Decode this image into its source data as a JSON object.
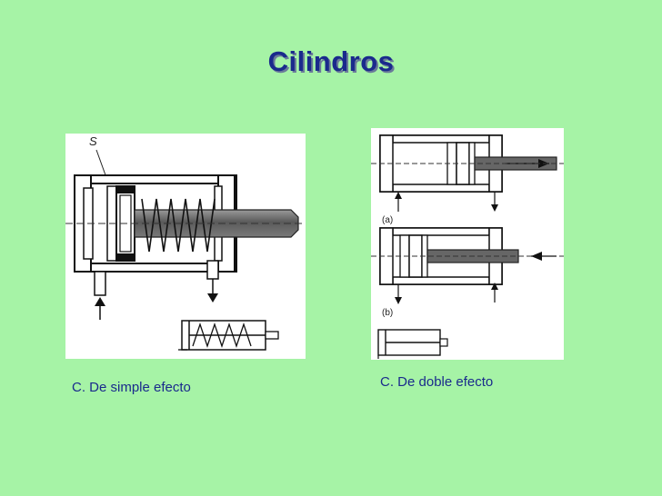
{
  "slide": {
    "title": "Cilindros",
    "colors": {
      "background": "#a6f3a6",
      "text": "#1a2a8c",
      "panel": "#ffffff"
    }
  },
  "single_acting": {
    "caption": "C. De simple efecto",
    "label_s": "S"
  },
  "double_acting": {
    "caption": "C. De doble efecto",
    "label_a": "(a)",
    "label_b": "(b)"
  }
}
